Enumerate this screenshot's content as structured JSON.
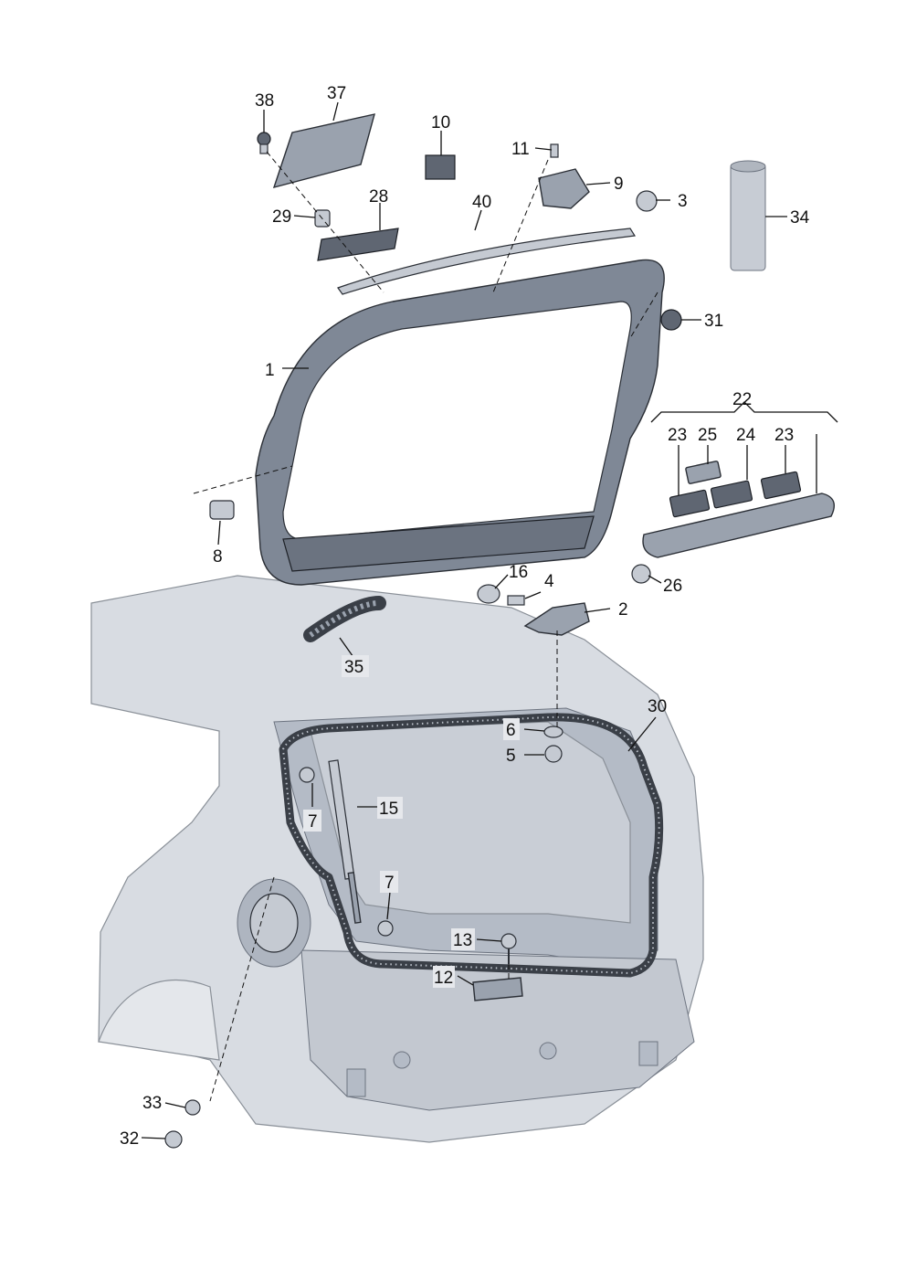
{
  "diagram": {
    "callouts": [
      {
        "id": "c1",
        "label": "1"
      },
      {
        "id": "c2",
        "label": "2"
      },
      {
        "id": "c3",
        "label": "3"
      },
      {
        "id": "c4",
        "label": "4"
      },
      {
        "id": "c5",
        "label": "5"
      },
      {
        "id": "c6",
        "label": "6"
      },
      {
        "id": "c7a",
        "label": "7"
      },
      {
        "id": "c7b",
        "label": "7"
      },
      {
        "id": "c8",
        "label": "8"
      },
      {
        "id": "c9",
        "label": "9"
      },
      {
        "id": "c10",
        "label": "10"
      },
      {
        "id": "c11",
        "label": "11"
      },
      {
        "id": "c12",
        "label": "12"
      },
      {
        "id": "c13",
        "label": "13"
      },
      {
        "id": "c15",
        "label": "15"
      },
      {
        "id": "c16",
        "label": "16"
      },
      {
        "id": "c22",
        "label": "22"
      },
      {
        "id": "c23a",
        "label": "23"
      },
      {
        "id": "c23b",
        "label": "23"
      },
      {
        "id": "c24",
        "label": "24"
      },
      {
        "id": "c25",
        "label": "25"
      },
      {
        "id": "c26",
        "label": "26"
      },
      {
        "id": "c28",
        "label": "28"
      },
      {
        "id": "c29",
        "label": "29"
      },
      {
        "id": "c30",
        "label": "30"
      },
      {
        "id": "c31",
        "label": "31"
      },
      {
        "id": "c32",
        "label": "32"
      },
      {
        "id": "c33",
        "label": "33"
      },
      {
        "id": "c34",
        "label": "34"
      },
      {
        "id": "c35",
        "label": "35"
      },
      {
        "id": "c37",
        "label": "37"
      },
      {
        "id": "c38",
        "label": "38"
      },
      {
        "id": "c40",
        "label": "40"
      }
    ]
  }
}
